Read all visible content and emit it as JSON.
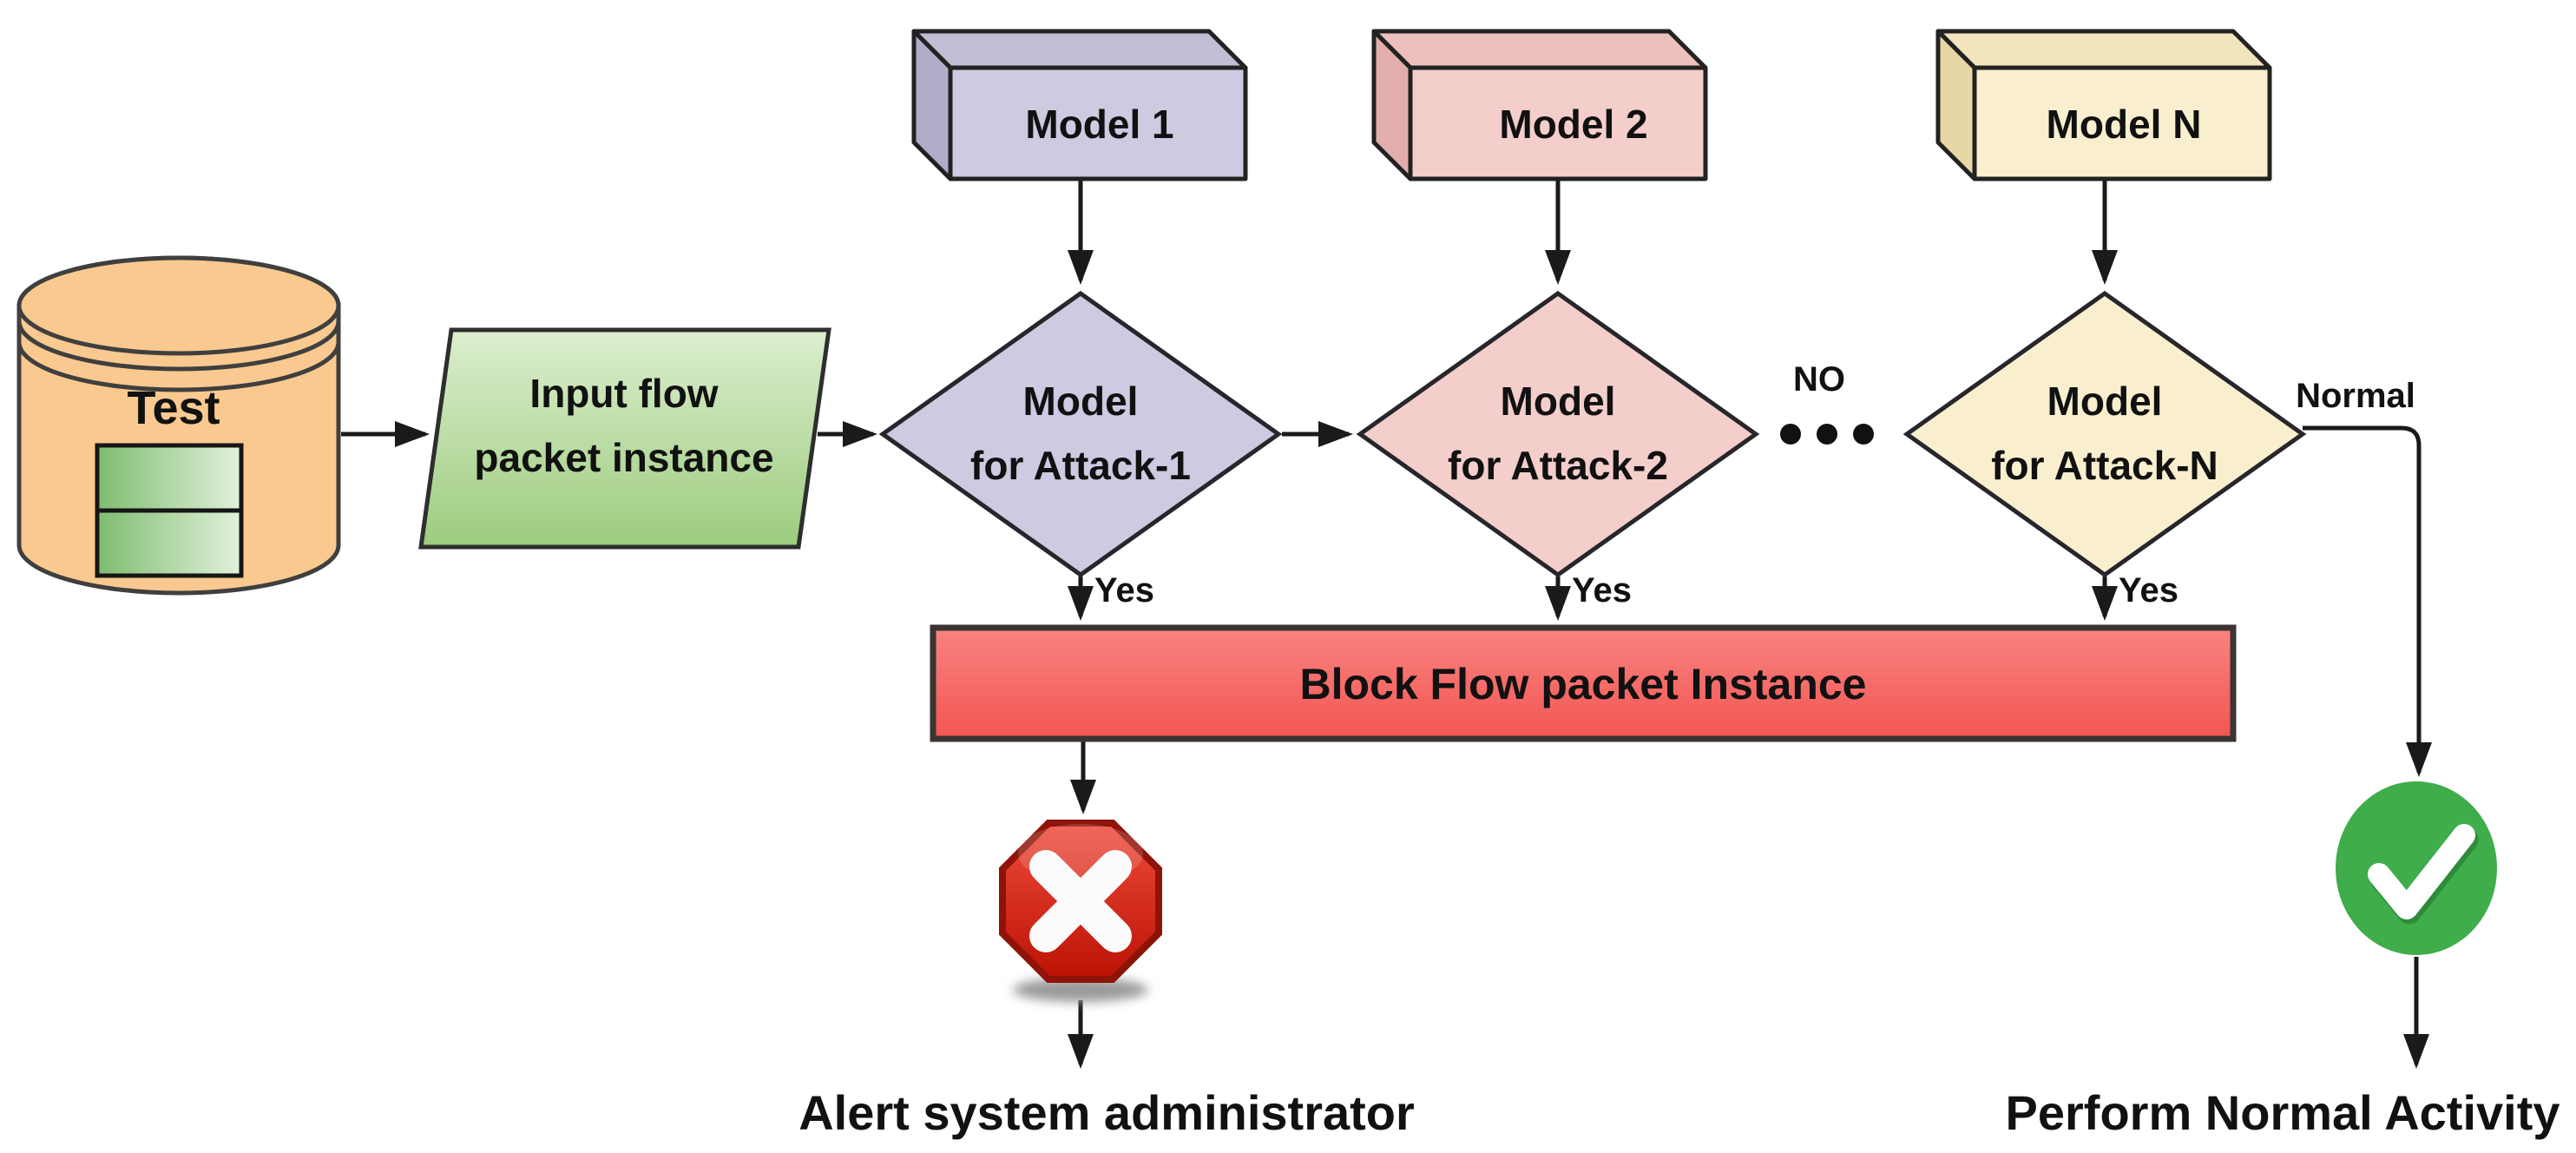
{
  "flowchart": {
    "database": {
      "label": "Test"
    },
    "input_node": {
      "line1": "Input flow",
      "line2": "packet instance"
    },
    "models": [
      {
        "box_label": "Model 1",
        "diamond_line1": "Model",
        "diamond_line2": "for Attack-1",
        "yes_label": "Yes"
      },
      {
        "box_label": "Model 2",
        "diamond_line1": "Model",
        "diamond_line2": "for Attack-2",
        "yes_label": "Yes"
      },
      {
        "box_label": "Model N",
        "diamond_line1": "Model",
        "diamond_line2": "for Attack-N",
        "yes_label": "Yes"
      }
    ],
    "ellipsis_label": "NO",
    "normal_branch_label": "Normal",
    "block_node": {
      "label": "Block Flow packet Instance"
    },
    "alert_text": "Alert system administrator",
    "perform_text": "Perform Normal Activity",
    "colors": {
      "cylinder_fill": "#F9C98F",
      "table_green_dark": "#7FBC6F",
      "table_green_light": "#E2F2DC",
      "parallelogram_top": "#DCEECF",
      "parallelogram_bottom": "#9CCC7D",
      "model1_fill": "#CDCAE1",
      "model2_fill": "#F4CECB",
      "modelN_fill": "#F9EFCE",
      "block_bar_top": "#F9837F",
      "block_bar_bottom": "#F25553",
      "stop_red": "#D6281A",
      "check_green": "#3EAD4A",
      "line_color": "#1A1A1A"
    }
  }
}
